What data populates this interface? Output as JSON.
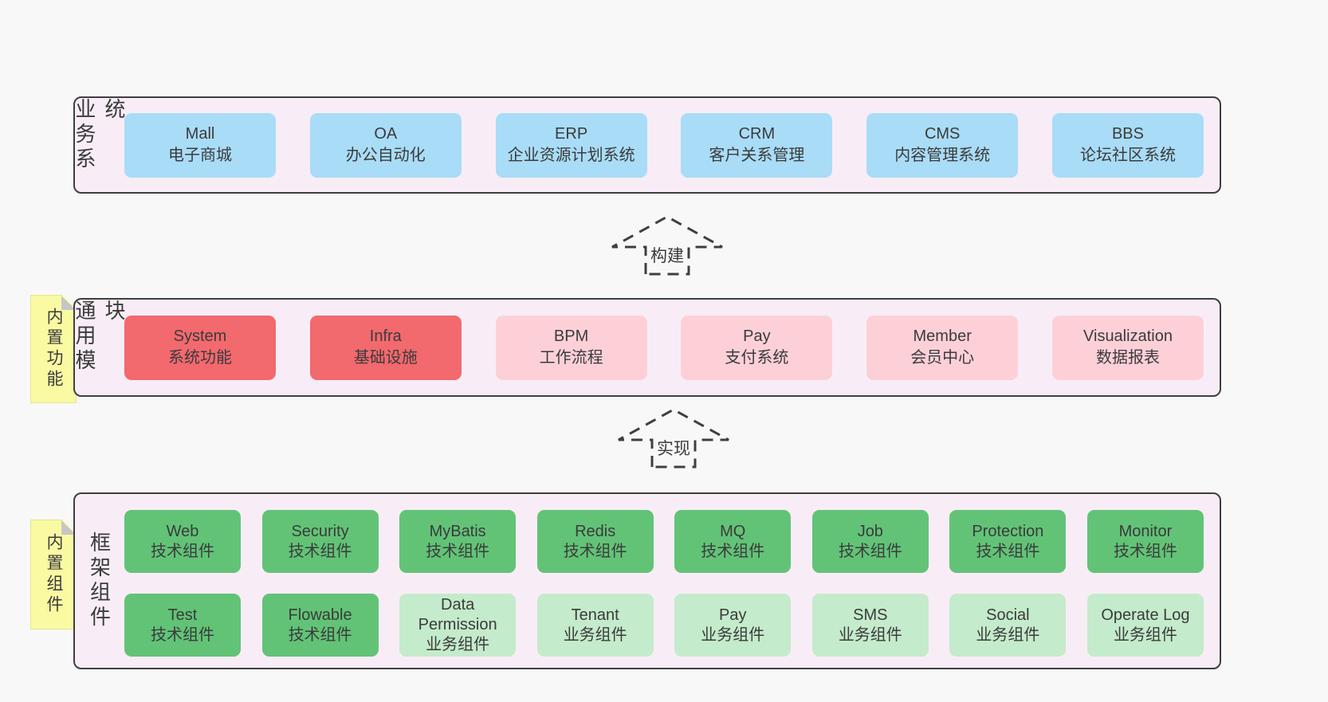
{
  "diagram": {
    "bands": [
      {
        "label": "业务系统",
        "boxes": [
          {
            "title": "Mall",
            "subtitle": "电子商城"
          },
          {
            "title": "OA",
            "subtitle": "办公自动化"
          },
          {
            "title": "ERP",
            "subtitle": "企业资源计划系统"
          },
          {
            "title": "CRM",
            "subtitle": "客户关系管理"
          },
          {
            "title": "CMS",
            "subtitle": "内容管理系统"
          },
          {
            "title": "BBS",
            "subtitle": "论坛社区系统"
          }
        ]
      },
      {
        "label": "通用模块",
        "note": "内置功能",
        "boxes": [
          {
            "title": "System",
            "subtitle": "系统功能",
            "variant": "red"
          },
          {
            "title": "Infra",
            "subtitle": "基础设施",
            "variant": "red"
          },
          {
            "title": "BPM",
            "subtitle": "工作流程",
            "variant": "pink"
          },
          {
            "title": "Pay",
            "subtitle": "支付系统",
            "variant": "pink"
          },
          {
            "title": "Member",
            "subtitle": "会员中心",
            "variant": "pink"
          },
          {
            "title": "Visualization",
            "subtitle": "数据报表",
            "variant": "pink"
          }
        ]
      },
      {
        "label": "框架组件",
        "note": "内置组件",
        "rows": [
          [
            {
              "title": "Web",
              "subtitle": "技术组件",
              "variant": "green"
            },
            {
              "title": "Security",
              "subtitle": "技术组件",
              "variant": "green"
            },
            {
              "title": "MyBatis",
              "subtitle": "技术组件",
              "variant": "green"
            },
            {
              "title": "Redis",
              "subtitle": "技术组件",
              "variant": "green"
            },
            {
              "title": "MQ",
              "subtitle": "技术组件",
              "variant": "green"
            },
            {
              "title": "Job",
              "subtitle": "技术组件",
              "variant": "green"
            },
            {
              "title": "Protection",
              "subtitle": "技术组件",
              "variant": "green"
            },
            {
              "title": "Monitor",
              "subtitle": "技术组件",
              "variant": "green"
            }
          ],
          [
            {
              "title": "Test",
              "subtitle": "技术组件",
              "variant": "green"
            },
            {
              "title": "Flowable",
              "subtitle": "技术组件",
              "variant": "green"
            },
            {
              "title": "Data Permission",
              "subtitle": "业务组件",
              "variant": "green-light"
            },
            {
              "title": "Tenant",
              "subtitle": "业务组件",
              "variant": "green-light"
            },
            {
              "title": "Pay",
              "subtitle": "业务组件",
              "variant": "green-light"
            },
            {
              "title": "SMS",
              "subtitle": "业务组件",
              "variant": "green-light"
            },
            {
              "title": "Social",
              "subtitle": "业务组件",
              "variant": "green-light"
            },
            {
              "title": "Operate Log",
              "subtitle": "业务组件",
              "variant": "green-light"
            }
          ]
        ]
      }
    ],
    "arrows": [
      {
        "label": "构建"
      },
      {
        "label": "实现"
      }
    ],
    "colors": {
      "page_bg": "#f8f8f8",
      "band_bg": "#f8edf6",
      "band_border": "#3f3f3f",
      "blue": "#a9dcf7",
      "red": "#f2696e",
      "pink": "#fdd0d8",
      "green": "#62c377",
      "green_light": "#c4ebcb",
      "note_yellow": "#fafaa3",
      "fold_gray": "#c6c6c6",
      "text": "#3b3b3b"
    }
  }
}
